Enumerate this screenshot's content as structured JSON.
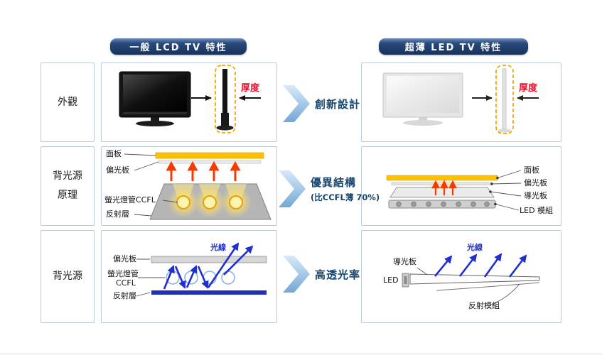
{
  "colors": {
    "header_bg": "#16325A",
    "accent_blue": "#17456E",
    "panel_yellow": "#FFC000",
    "thickness_red": "#E8112D",
    "ray_blue": "#1F2FD0",
    "dashed_orange": "#F5A800",
    "reflector_navy": "#2030B8"
  },
  "headers": {
    "lcd": "一般 LCD TV 特性",
    "led": "超薄 LED TV 特性"
  },
  "rows": {
    "appearance": {
      "label": "外觀",
      "middle": "創新設計"
    },
    "principle": {
      "label_line1": "背光源",
      "label_line2": "原理",
      "middle_line1": "優異結構",
      "middle_line2": "(比CCFL薄 70%)"
    },
    "backlight": {
      "label": "背光源",
      "middle": "高透光率"
    }
  },
  "lcd": {
    "appearance": {
      "thickness": "厚度"
    },
    "principle": {
      "panel": "面板",
      "polarizer": "偏光板",
      "ccfl": "螢光燈管CCFL",
      "reflector": "反射層"
    },
    "backlight": {
      "polarizer": "偏光板",
      "tube_line1": "螢光燈管",
      "tube_line2": "CCFL",
      "reflector": "反射層",
      "ray": "光線"
    }
  },
  "led": {
    "appearance": {
      "thickness": "厚度"
    },
    "principle": {
      "panel": "面板",
      "polarizer": "偏光板",
      "lgp": "導光板",
      "module": "LED 模組"
    },
    "backlight": {
      "lgp": "導光板",
      "led": "LED",
      "reflector": "反射模組",
      "ray": "光線"
    }
  }
}
